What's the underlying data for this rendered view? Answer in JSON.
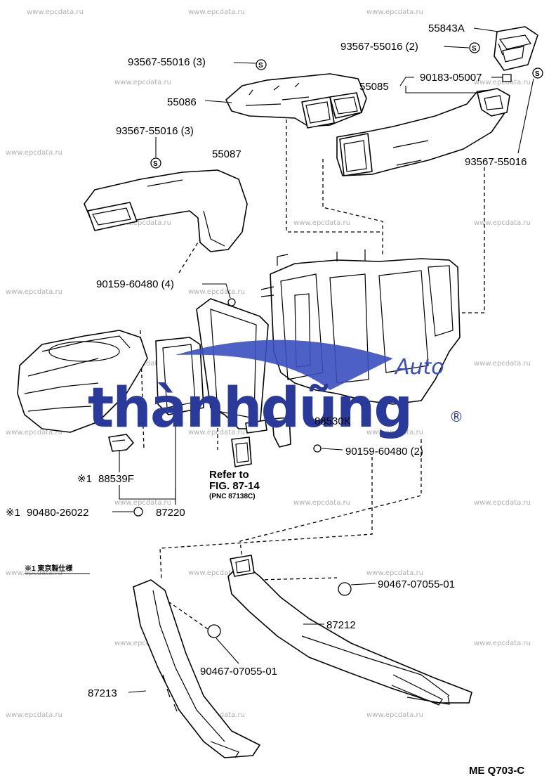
{
  "watermark": {
    "text": "www.epcdata.ru"
  },
  "brand": {
    "name": "thànhdũng",
    "sub": "Auto",
    "registered": "®",
    "main_color": "#2a3a9a",
    "accent_color": "#3a4fc0"
  },
  "labels": {
    "p55843a": "55843A",
    "p93567_2": "93567-55016 (2)",
    "p93567_3a": "93567-55016 (3)",
    "p55086": "55086",
    "p90183": "90183-05007",
    "p55085": "55085",
    "p93567_3b": "93567-55016 (3)",
    "p55087": "55087",
    "p93567_r": "93567-55016",
    "p90159_4": "90159-60480 (4)",
    "p88530k": "88530K",
    "p90159_2": "90159-60480 (2)",
    "p88539f": "88539F",
    "p88539f_mark": "※1",
    "refer1": "Refer to",
    "refer2": "FIG. 87-14",
    "refer3": "(PNC 87138C)",
    "p90480": "90480-26022",
    "p90480_mark": "※1",
    "p87220": "87220",
    "note": "※1  東京製仕様",
    "p90467_a": "90467-07055-01",
    "p87212": "87212",
    "p90467_b": "90467-07055-01",
    "p87213": "87213",
    "code": "ME Q703-C"
  }
}
